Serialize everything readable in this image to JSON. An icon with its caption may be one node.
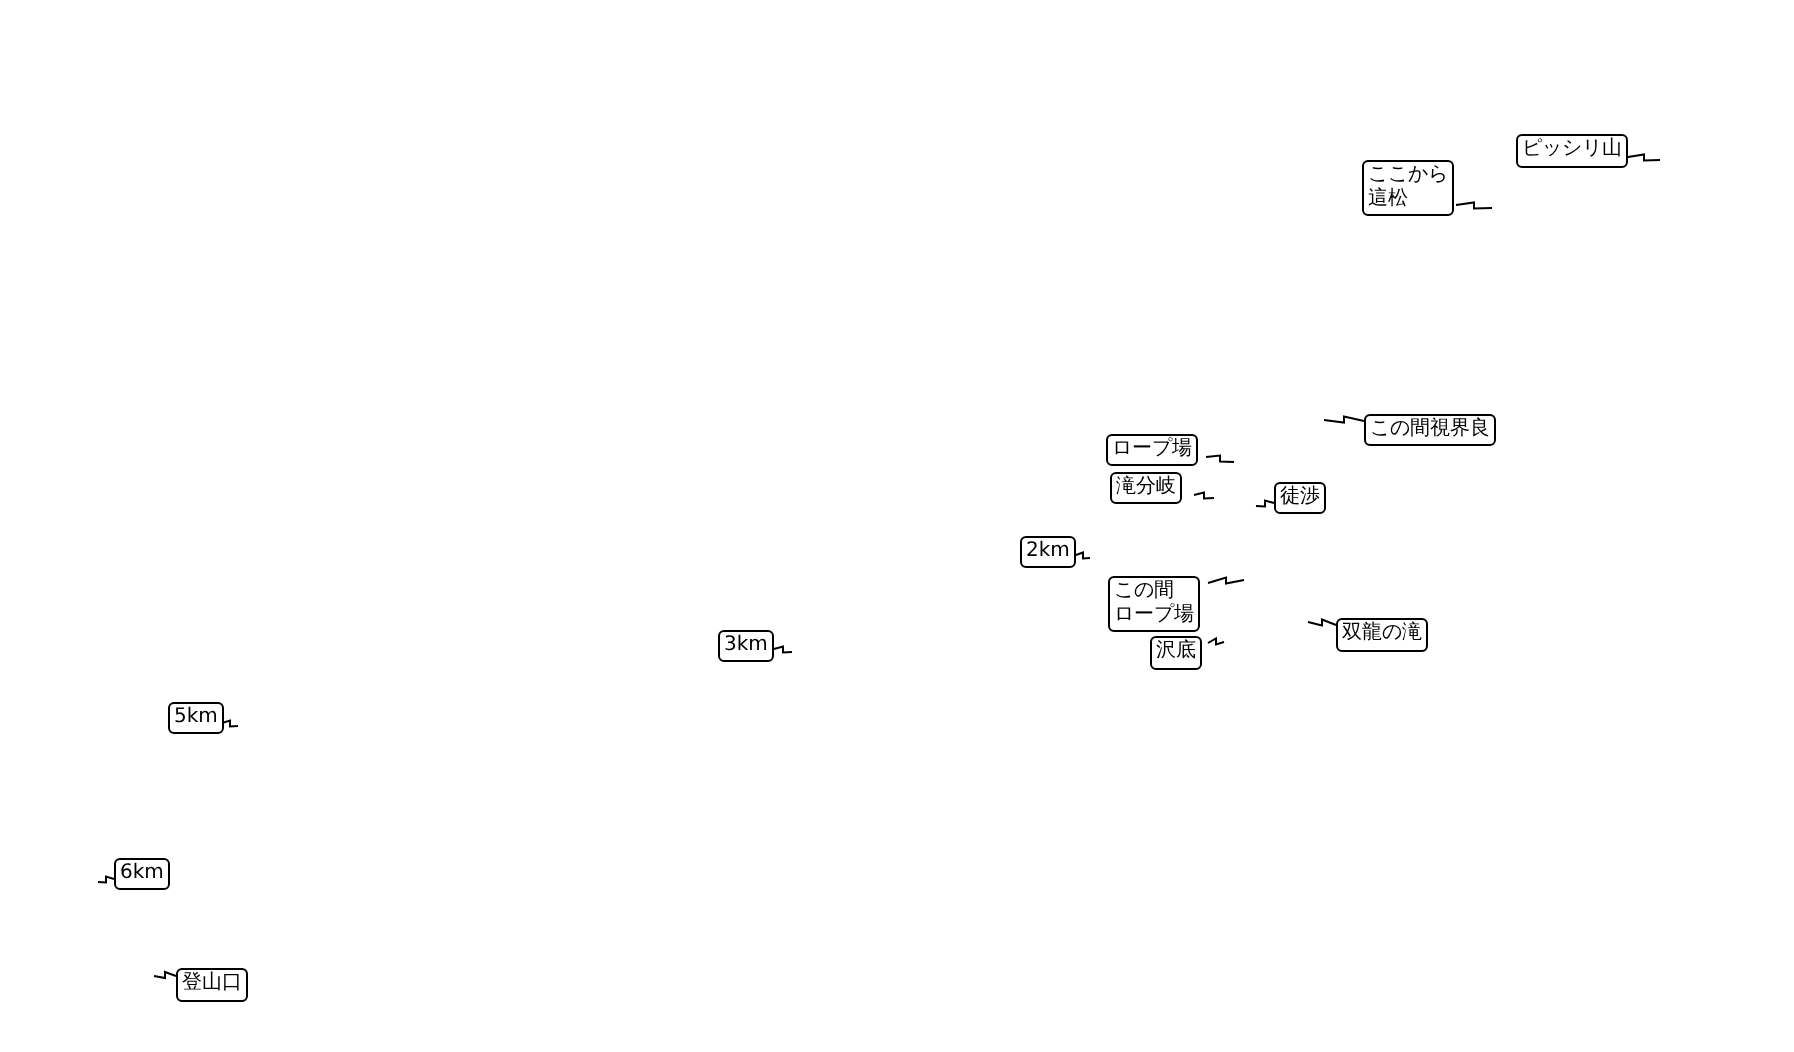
{
  "diagram": {
    "nodes": [
      {
        "text": [
          "ピッシリ山"
        ]
      },
      {
        "text": [
          "ここから這松"
        ]
      },
      {
        "text": [
          "この間視界良"
        ]
      },
      {
        "text": [
          "ロープ場"
        ]
      },
      {
        "text": [
          "滝分岐"
        ]
      },
      {
        "text": [
          "徒渉"
        ]
      },
      {
        "text": [
          "2km"
        ]
      },
      {
        "text": [
          "この間ロープ場"
        ]
      },
      {
        "text": [
          "双龍の滝"
        ]
      },
      {
        "text": [
          "沢底"
        ]
      },
      {
        "text": [
          "3km"
        ]
      },
      {
        "text": [
          "5km"
        ]
      },
      {
        "text": [
          "6km"
        ]
      },
      {
        "text": [
          "登山口"
        ]
      }
    ],
    "edges": [
      {
        "from": 0,
        "to": null,
        "arrow": "none"
      },
      {
        "from": 1,
        "to": null,
        "arrow": "none"
      },
      {
        "from": 2,
        "to": null,
        "arrow": "none"
      },
      {
        "from": 3,
        "to": null,
        "arrow": "none"
      },
      {
        "from": 4,
        "to": null,
        "arrow": "none"
      },
      {
        "from": 5,
        "to": null,
        "arrow": "none"
      },
      {
        "from": 6,
        "to": null,
        "arrow": "none"
      },
      {
        "from": 7,
        "to": null,
        "arrow": "none"
      },
      {
        "from": 8,
        "to": null,
        "arrow": "none"
      },
      {
        "from": 9,
        "to": null,
        "arrow": "none"
      },
      {
        "from": 10,
        "to": null,
        "arrow": "none"
      },
      {
        "from": 11,
        "to": null,
        "arrow": "none"
      },
      {
        "from": 12,
        "to": null,
        "arrow": "none"
      },
      {
        "from": 13,
        "to": null,
        "arrow": "none"
      }
    ]
  }
}
